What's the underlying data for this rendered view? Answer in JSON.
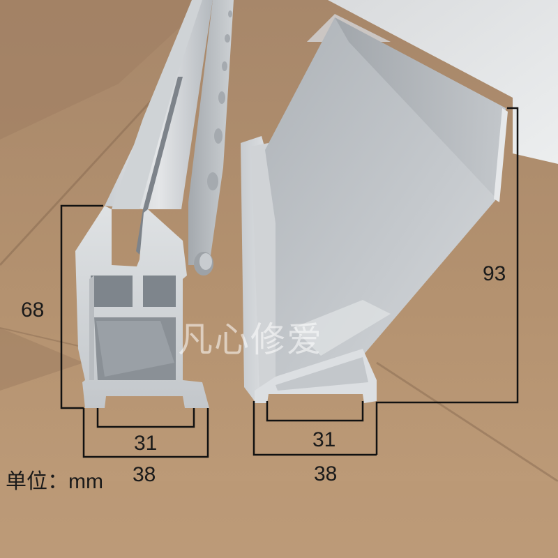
{
  "photo": {
    "subject": "aluminum-profile-rails-on-cardboard",
    "colors": {
      "cardboard": "#b08f6e",
      "cardboard_dark": "#94765a",
      "aluminum_light": "#d7dadd",
      "aluminum_mid": "#b9bdc1",
      "aluminum_dark": "#8f959b",
      "dimension_line": "#111111"
    }
  },
  "dimensions": {
    "left_profile": {
      "height": "68",
      "inner_width": "31",
      "outer_width": "38"
    },
    "right_profile": {
      "height": "93",
      "inner_width": "31",
      "outer_width": "38"
    },
    "unit_label": "单位：mm"
  },
  "watermark": "凡心修爱"
}
